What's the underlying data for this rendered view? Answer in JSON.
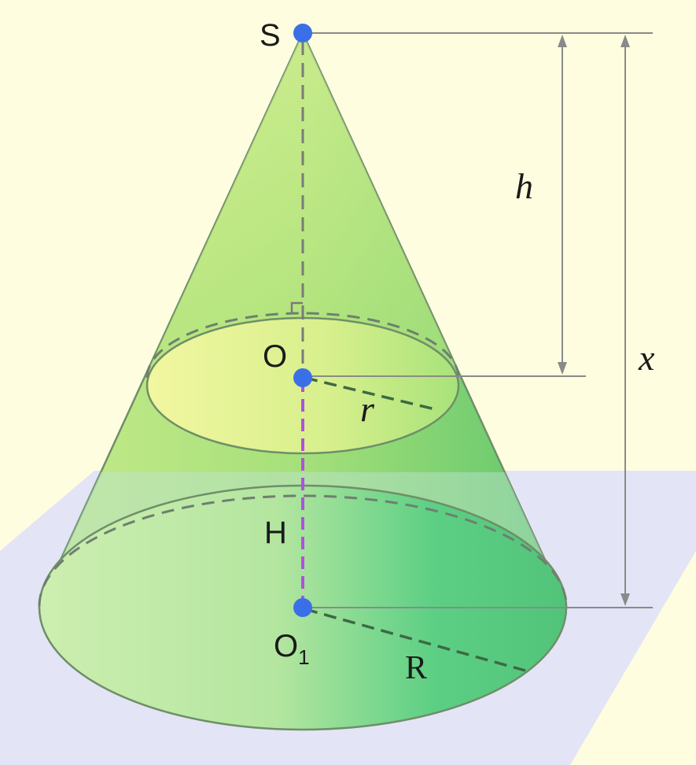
{
  "points": {
    "apex": "S",
    "section_center": "O",
    "base_center": "O",
    "base_center_subscript": "1"
  },
  "lengths": {
    "small_height": "h",
    "total_height": "x",
    "frustum_height": "H",
    "small_radius": "r",
    "base_radius": "R"
  },
  "colors": {
    "background": "#fffde0",
    "plane": "#e3e4f6",
    "cone_green": "#7fd07a",
    "point_blue": "#3b6fe8",
    "axis_dash": "#b050e0"
  }
}
